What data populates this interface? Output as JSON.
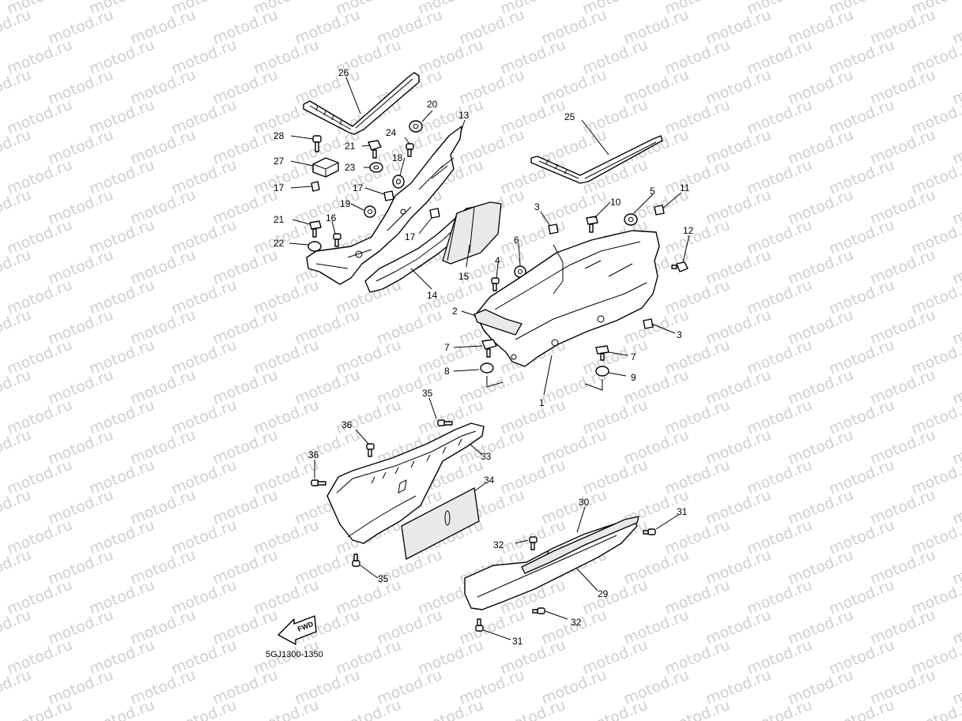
{
  "watermark": {
    "text": "motod.ru",
    "color": "#cfcfcf"
  },
  "diagram": {
    "code": "5GJ1300-1350",
    "fwd_label": "FWD",
    "callouts": [
      {
        "id": "c26",
        "label": "26"
      },
      {
        "id": "c20",
        "label": "20"
      },
      {
        "id": "c13",
        "label": "13"
      },
      {
        "id": "c28",
        "label": "28"
      },
      {
        "id": "c21a",
        "label": "21"
      },
      {
        "id": "c24",
        "label": "24"
      },
      {
        "id": "c27",
        "label": "27"
      },
      {
        "id": "c23",
        "label": "23"
      },
      {
        "id": "c18",
        "label": "18"
      },
      {
        "id": "c17a",
        "label": "17"
      },
      {
        "id": "c17b",
        "label": "17"
      },
      {
        "id": "c19",
        "label": "19"
      },
      {
        "id": "c21b",
        "label": "21"
      },
      {
        "id": "c16",
        "label": "16"
      },
      {
        "id": "c22",
        "label": "22"
      },
      {
        "id": "c17c",
        "label": "17"
      },
      {
        "id": "c15",
        "label": "15"
      },
      {
        "id": "c14",
        "label": "14"
      },
      {
        "id": "c25",
        "label": "25"
      },
      {
        "id": "c3a",
        "label": "3"
      },
      {
        "id": "c10",
        "label": "10"
      },
      {
        "id": "c5",
        "label": "5"
      },
      {
        "id": "c11",
        "label": "11"
      },
      {
        "id": "c12",
        "label": "12"
      },
      {
        "id": "c6",
        "label": "6"
      },
      {
        "id": "c4",
        "label": "4"
      },
      {
        "id": "c2",
        "label": "2"
      },
      {
        "id": "c3b",
        "label": "3"
      },
      {
        "id": "c7a",
        "label": "7"
      },
      {
        "id": "c7b",
        "label": "7"
      },
      {
        "id": "c8",
        "label": "8"
      },
      {
        "id": "c9",
        "label": "9"
      },
      {
        "id": "c1",
        "label": "1"
      },
      {
        "id": "c35a",
        "label": "35"
      },
      {
        "id": "c36a",
        "label": "36"
      },
      {
        "id": "c33",
        "label": "33"
      },
      {
        "id": "c36b",
        "label": "36"
      },
      {
        "id": "c34",
        "label": "34"
      },
      {
        "id": "c35b",
        "label": "35"
      },
      {
        "id": "c30",
        "label": "30"
      },
      {
        "id": "c31a",
        "label": "31"
      },
      {
        "id": "c32a",
        "label": "32"
      },
      {
        "id": "c29",
        "label": "29"
      },
      {
        "id": "c32b",
        "label": "32"
      },
      {
        "id": "c31b",
        "label": "31"
      }
    ]
  }
}
